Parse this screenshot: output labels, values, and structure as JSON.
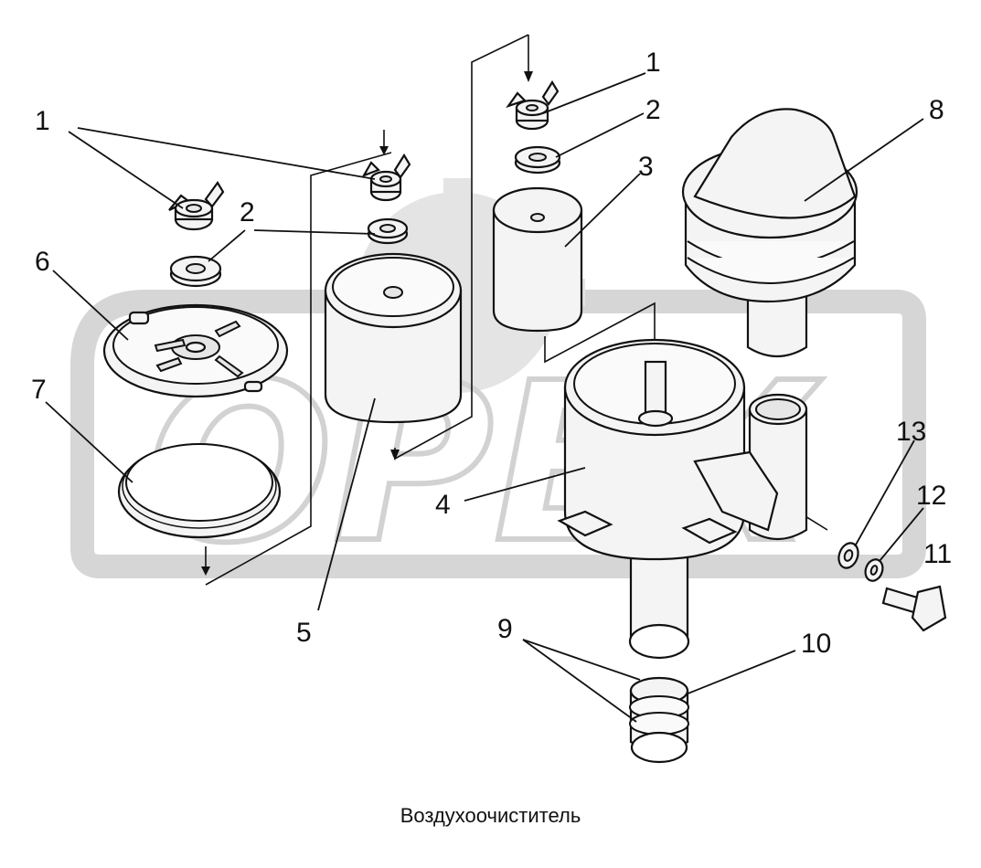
{
  "caption": "Воздухоочиститель",
  "watermark": {
    "text": "OPEX",
    "color": "#d6d6d6"
  },
  "callouts": {
    "c1_left": "1",
    "c2_left": "2",
    "c6": "6",
    "c7": "7",
    "c1_right": "1",
    "c2_right": "2",
    "c3": "3",
    "c8": "8",
    "c13": "13",
    "c12": "12",
    "c11": "11",
    "c4": "4",
    "c5": "5",
    "c9": "9",
    "c10": "10"
  }
}
